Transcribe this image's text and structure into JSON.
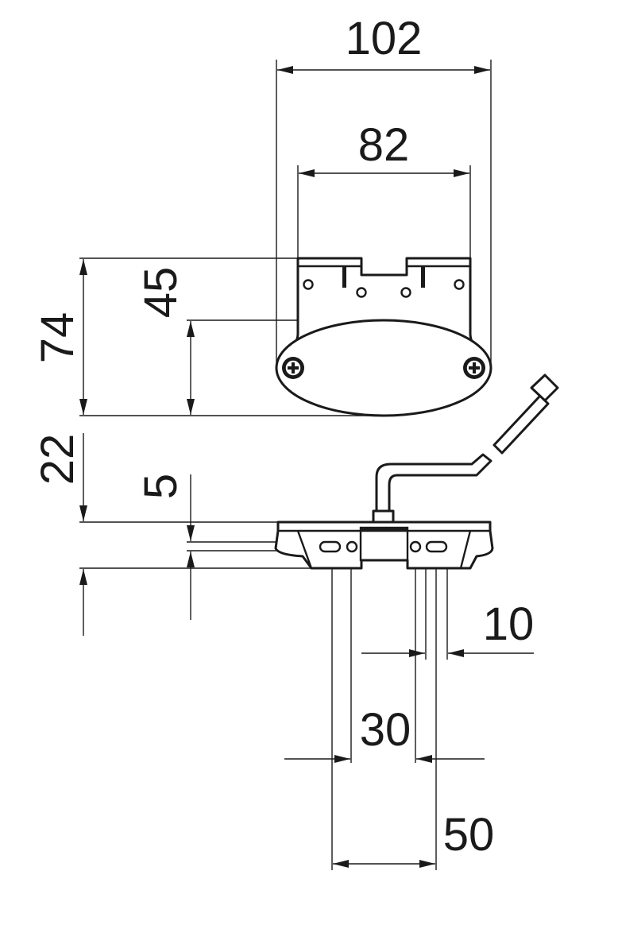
{
  "drawing": {
    "dimensions": {
      "overall_width": "102",
      "bracket_width": "82",
      "overall_height": "74",
      "bracket_height": "45",
      "side_height": "22",
      "slot_height": "5",
      "slot_length": "10",
      "hole_spacing": "30",
      "slot_spacing": "50"
    },
    "colors": {
      "line": "#1a1a1a",
      "background": "#ffffff"
    }
  }
}
